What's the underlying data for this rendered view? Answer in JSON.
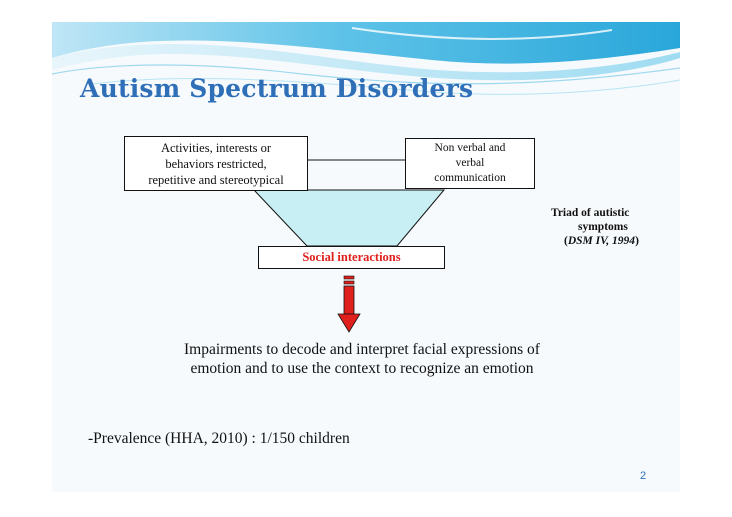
{
  "title": "Autism Spectrum Disorders",
  "diagram": {
    "box_left": [
      "Activities, interests or",
      "behaviors restricted,",
      "repetitive and stereotypical"
    ],
    "box_right": [
      "Non verbal and",
      "verbal",
      "communication"
    ],
    "box_bottom": "Social interactions",
    "triad": {
      "line1": "Triad of autistic",
      "line2": "symptoms",
      "line3_open": "(",
      "line3_ref": "DSM IV, 1994",
      "line3_close": ")"
    },
    "colors": {
      "triangle_fill": "#c8f0f4",
      "arrow_fill": "#e0201c",
      "title": "#2f6fb8"
    }
  },
  "impairments": [
    "Impairments to decode and interpret facial expressions of",
    "emotion and to use the context to recognize an emotion"
  ],
  "prevalence": "-Prevalence (HHA, 2010) : 1/150 children",
  "page_number": "2"
}
